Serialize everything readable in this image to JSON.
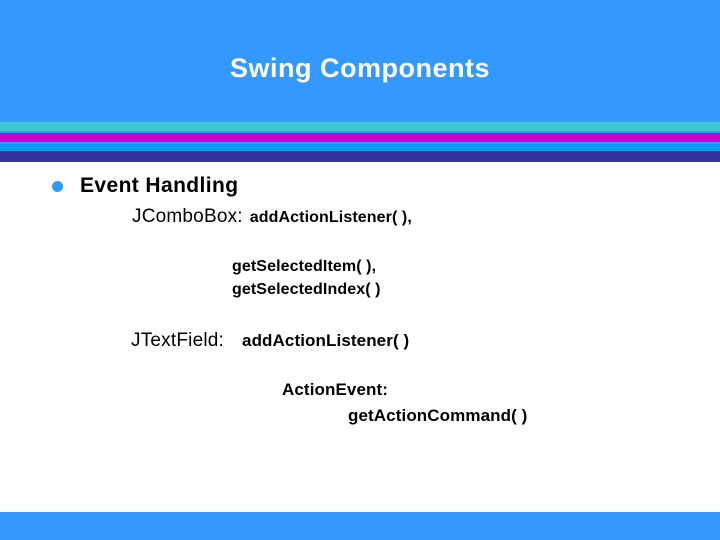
{
  "slide": {
    "title": "Swing Components",
    "colors": {
      "header_blue": "#3399ff",
      "stripe_teal": "#3fc8d2",
      "stripe_magenta": "#cc00cc",
      "stripe_blue": "#0d99f2",
      "stripe_indigo": "#333399",
      "bullet_blue": "#2e9bf0",
      "text_black": "#000000",
      "title_white": "#ffffff",
      "background_white": "#ffffff"
    },
    "body": {
      "bullet": {
        "icon": "bullet-dot-icon",
        "label": "Event Handling"
      },
      "entries": [
        {
          "component": "JComboBox:",
          "method": "addActionListener( ),"
        },
        {
          "method": "getSelectedItem( ),"
        },
        {
          "method": "getSelectedIndex( )"
        },
        {
          "component": "JTextField:",
          "method": "addActionListener( )"
        },
        {
          "component": "ActionEvent:"
        },
        {
          "method": "getActionCommand( )"
        }
      ]
    }
  }
}
